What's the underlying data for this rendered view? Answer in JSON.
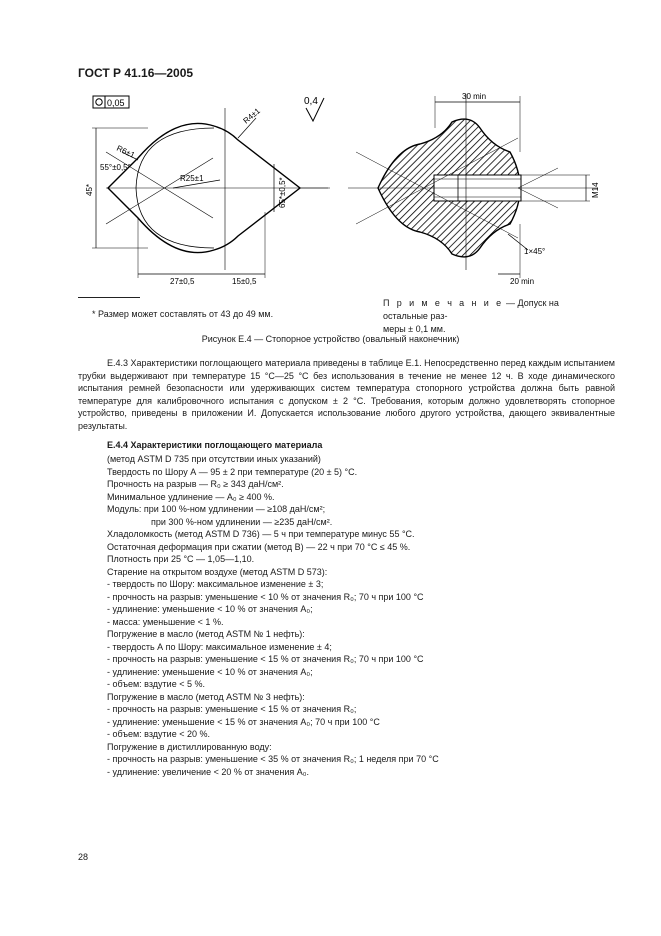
{
  "header": {
    "title": "ГОСТ Р 41.16—2005"
  },
  "figure": {
    "flatness_frame": "0,05",
    "surface_roughness": "0,4",
    "left_view": {
      "dim_r4": "R4±1",
      "dim_r6": "R6±1",
      "dim_r25": "R25±1",
      "dim_angle_55": "55°±0,5°",
      "dim_45": "45*",
      "dim_height": "65*±0,5*",
      "dim_27": "27±0,5",
      "dim_15": "15±0,5"
    },
    "right_view": {
      "dim_30min": "30 min",
      "dim_m14": "M14",
      "dim_chamfer": "1×45°",
      "dim_20min": "20 min"
    }
  },
  "footnote": "* Размер может составлять от 43 до 49 мм.",
  "note": {
    "label": "П р и м е ч а н и е",
    "line1": " — Допуск на остальные раз-",
    "line2": "меры ± 0,1 мм."
  },
  "caption": "Рисунок Е.4 — Стопорное устройство (овальный наконечник)",
  "paragraph": "Е.4.3 Характеристики поглощающего материала приведены в таблице Е.1. Непосредственно перед каждым испытанием трубки выдерживают при температуре 15 °С—25 °С без использования в течение не менее 12 ч. В ходе динамического испытания ремней безопасности или удерживающих систем температура стопорного устройства должна быть равной температуре для калибровочного испытания с допуском ± 2 °С. Требования, которым должно удовлетворять стопорное устройство, приведены в приложении И. Допускается использование любого другого устройства, дающего эквивалентные результаты.",
  "section_title": "Е.4.4 Характеристики поглощающего материала",
  "properties": [
    "(метод ASTM D 735 при отсутствии иных указаний)",
    "Твердость по Шору А — 95 ± 2 при температуре (20 ± 5) °С.",
    "Прочность на разрыв — R₀ ≥ 343 даН/см².",
    "Минимальное удлинение — A₀ ≥ 400 %.",
    "Модуль:  при 100 %-ном удлинении — ≥108 даН/см²;",
    "при 300 %-ном удлинении — ≥235 даН/см².",
    "Хладоломкость (метод ASTM D 736) — 5 ч при температуре минус 55 °С.",
    "Остаточная деформация при сжатии (метод В) — 22 ч при 70 °С ≤ 45 %.",
    "Плотность при 25 °С — 1,05—1,10.",
    "Старение на открытом воздухе (метод ASTM D 573):",
    "- твердость по Шору:  максимальное изменение ± 3;",
    "- прочность на разрыв:  уменьшение < 10 % от значения R₀; 70 ч при 100 °С",
    "- удлинение:  уменьшение < 10 % от значения A₀;",
    "- масса:  уменьшение < 1 %.",
    "Погружение в масло (метод ASTM № 1 нефть):",
    "- твердость А по Шору:  максимальное изменение ± 4;",
    "- прочность на разрыв:  уменьшение < 15 % от значения R₀; 70 ч при 100 °С",
    "- удлинение:  уменьшение < 10 % от значения A₀;",
    "- объем:  вздутие < 5 %.",
    "Погружение в масло (метод ASTM № 3 нефть):",
    "- прочность на разрыв:  уменьшение < 15 % от значения R₀;",
    "- удлинение:  уменьшение < 15 % от значения A₀; 70 ч при 100 °С",
    "- объем:  вздутие < 20 %.",
    "Погружение в дистиллированную воду:",
    "- прочность на разрыв:  уменьшение < 35 % от значения R₀; 1 неделя при 70 °С",
    "- удлинение:  увеличение < 20 % от значения A₀."
  ],
  "page_number": "28"
}
